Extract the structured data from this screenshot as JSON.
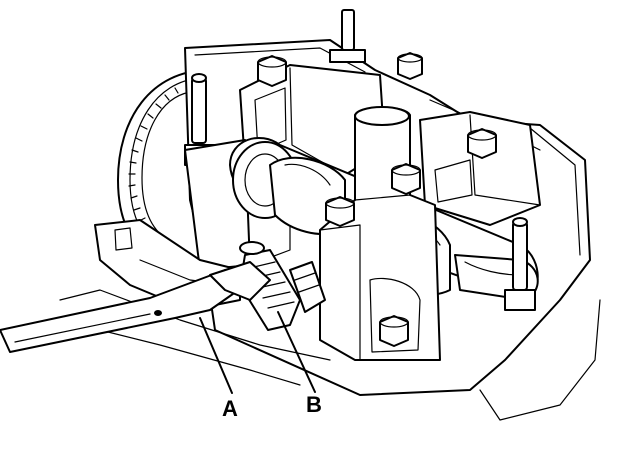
{
  "callouts": [
    {
      "id": "A",
      "text": "A"
    },
    {
      "id": "B",
      "text": "B"
    }
  ],
  "colors": {
    "ink": "#000000",
    "paper": "#ffffff"
  }
}
